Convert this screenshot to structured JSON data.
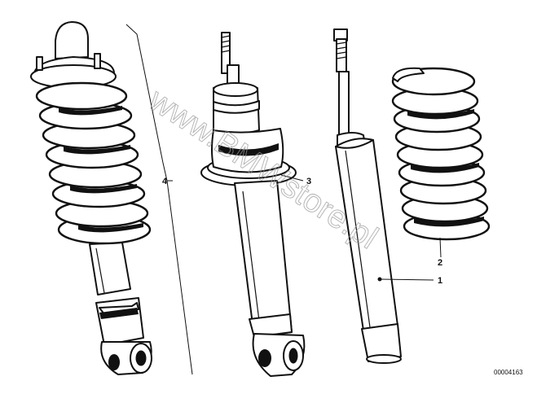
{
  "watermark": "www.BMWstore.pl",
  "diagram_number": "00004163",
  "callouts": [
    {
      "id": "1",
      "text": "1"
    },
    {
      "id": "2",
      "text": "2"
    },
    {
      "id": "3",
      "text": "3"
    },
    {
      "id": "4",
      "text": "4"
    }
  ]
}
